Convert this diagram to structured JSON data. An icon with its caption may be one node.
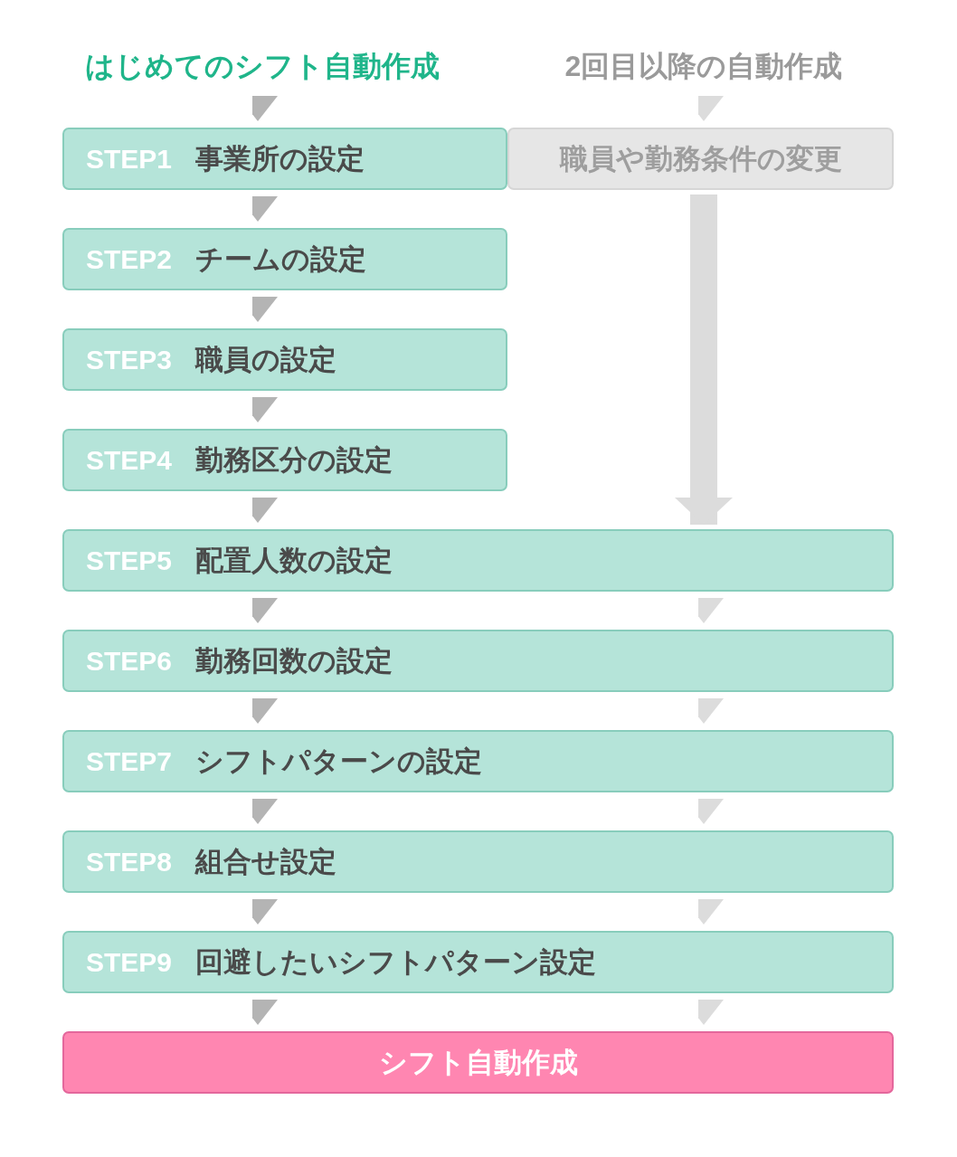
{
  "diagram": {
    "nodes": [
      {
        "text": [
          "はじめてのシフト自動作成"
        ]
      },
      {
        "text": [
          "2回目以降の自動作成"
        ]
      },
      {
        "text": [
          "STEP1",
          "事業所の設定"
        ]
      },
      {
        "text": [
          "職員や勤務条件の変更"
        ]
      },
      {
        "text": [
          "STEP2",
          "チームの設定"
        ]
      },
      {
        "text": [
          "STEP3",
          "職員の設定"
        ]
      },
      {
        "text": [
          "STEP4",
          "勤務区分の設定"
        ]
      },
      {
        "text": [
          "STEP5",
          "配置人数の設定"
        ]
      },
      {
        "text": [
          "STEP6",
          "勤務回数の設定"
        ]
      },
      {
        "text": [
          "STEP7",
          "シフトパターンの設定"
        ]
      },
      {
        "text": [
          "STEP8",
          "組合せ設定"
        ]
      },
      {
        "text": [
          "STEP9",
          "回避したいシフトパターン設定"
        ]
      },
      {
        "text": [
          "シフト自動作成"
        ]
      }
    ],
    "edges": [
      {
        "from": 0,
        "to": 2,
        "arrow": "to"
      },
      {
        "from": 2,
        "to": 4,
        "arrow": "to"
      },
      {
        "from": 4,
        "to": 5,
        "arrow": "to"
      },
      {
        "from": 5,
        "to": 6,
        "arrow": "to"
      },
      {
        "from": 6,
        "to": 7,
        "arrow": "to"
      },
      {
        "from": 7,
        "to": 8,
        "arrow": "to"
      },
      {
        "from": 8,
        "to": 9,
        "arrow": "to"
      },
      {
        "from": 9,
        "to": 10,
        "arrow": "to"
      },
      {
        "from": 10,
        "to": 11,
        "arrow": "to"
      },
      {
        "from": 11,
        "to": 12,
        "arrow": "to"
      },
      {
        "from": 1,
        "to": 3,
        "arrow": "to",
        "color": "#dcdcdc"
      },
      {
        "from": 3,
        "to": 7,
        "arrow": "to",
        "style": "thick",
        "color": "#dcdcdc"
      },
      {
        "from": 7,
        "to": 8,
        "arrow": "to",
        "color": "#dcdcdc"
      },
      {
        "from": 8,
        "to": 9,
        "arrow": "to",
        "color": "#dcdcdc"
      },
      {
        "from": 9,
        "to": 10,
        "arrow": "to",
        "color": "#dcdcdc"
      },
      {
        "from": 10,
        "to": 11,
        "arrow": "to",
        "color": "#dcdcdc"
      },
      {
        "from": 11,
        "to": 12,
        "arrow": "to",
        "color": "#dcdcdc"
      }
    ]
  }
}
